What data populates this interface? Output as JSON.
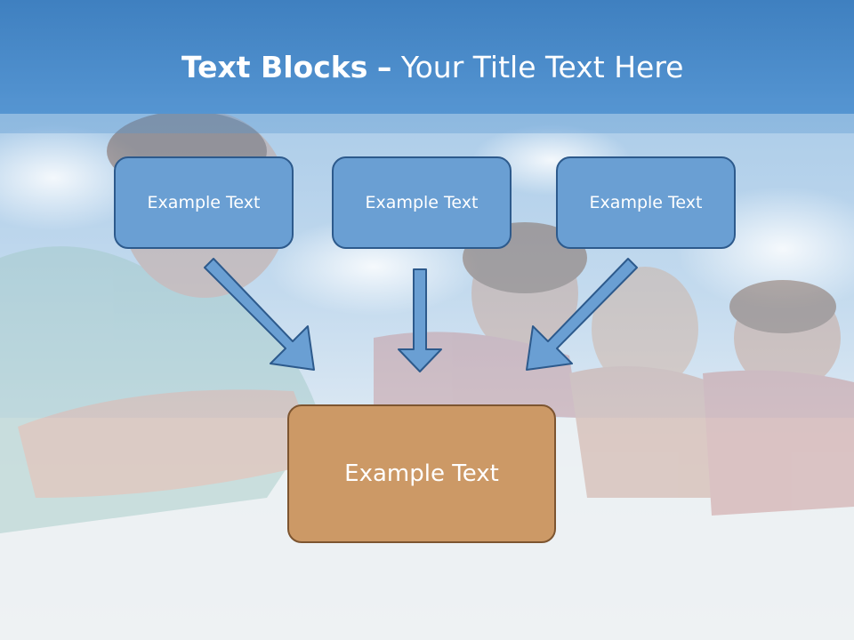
{
  "title": {
    "bold": "Text Blocks",
    "separator": "–",
    "rest": "Your Title Text Here"
  },
  "top_blocks": [
    {
      "label": "Example Text"
    },
    {
      "label": "Example Text"
    },
    {
      "label": "Example Text"
    }
  ],
  "bottom_block": {
    "label": "Example Text"
  },
  "colors": {
    "header": "#4a8ac9",
    "block_fill": "#6a9fd3",
    "block_border": "#2d5a8c",
    "arrow_fill": "#6a9fd3",
    "target_fill": "#cc9966",
    "target_border": "#7d5530"
  }
}
